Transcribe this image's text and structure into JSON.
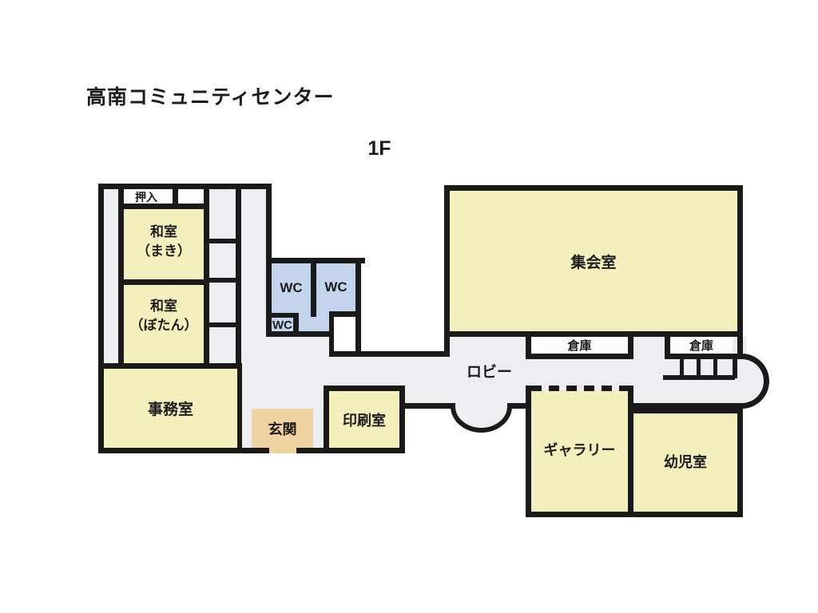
{
  "title": "高南コミュニティセンター",
  "floor_label": "1F",
  "rooms": {
    "oshiire": "押入",
    "washitsu_maki_line1": "和室",
    "washitsu_maki_line2": "（まき）",
    "washitsu_botan_line1": "和室",
    "washitsu_botan_line2": "（ぼたん）",
    "jimushitsu": "事務室",
    "wc_left": "WC",
    "wc_right": "WC",
    "wc_small": "WC",
    "genkan": "玄関",
    "insatsushitsu": "印刷室",
    "lobby": "ロビー",
    "shukaishitsu": "集会室",
    "souko_left": "倉庫",
    "souko_right": "倉庫",
    "gallery": "ギャラリー",
    "youjishitsu": "幼児室"
  },
  "colors": {
    "background": "#ffffff",
    "room_yellow": "#f3f0bd",
    "wc_blue": "#c4d4ec",
    "genkan_tan": "#efd3a0",
    "corridor_gray": "#eceef1",
    "storage_white": "#fdfdfe",
    "wall_black": "#1a1a1a",
    "text": "#1c1c1c"
  }
}
